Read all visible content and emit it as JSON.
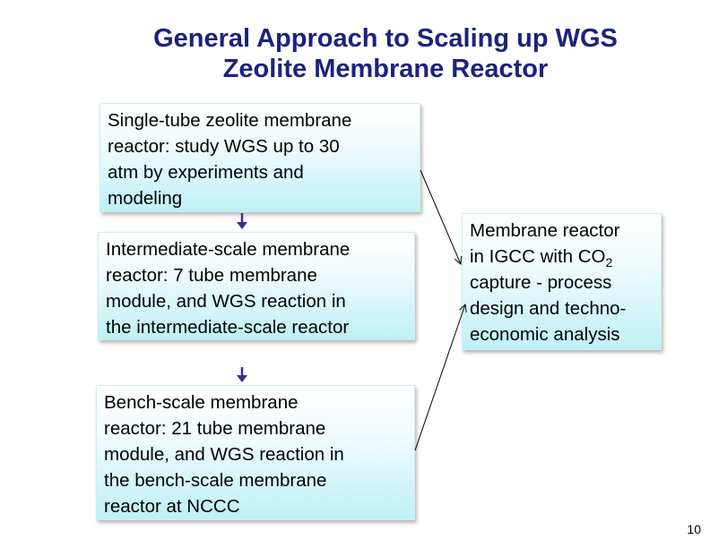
{
  "slide": {
    "title_line1": "General Approach to Scaling up WGS",
    "title_line2": "Zeolite Membrane Reactor",
    "number": "10"
  },
  "boxes": {
    "single_tube": {
      "lines": [
        "Single-tube zeolite membrane",
        "reactor: study WGS up to 30",
        "atm by experiments and",
        "modeling"
      ]
    },
    "intermediate": {
      "lines": [
        "Intermediate-scale membrane",
        "reactor:  7 tube membrane",
        "module, and WGS reaction in",
        "the intermediate-scale reactor"
      ]
    },
    "bench": {
      "lines": [
        "Bench-scale membrane",
        "reactor:  21 tube membrane",
        "module, and WGS reaction in",
        "the bench-scale membrane",
        "reactor at NCCC"
      ]
    },
    "igcc": {
      "line1": "Membrane reactor",
      "line2_prefix": "in IGCC with CO",
      "line2_sub": "2",
      "line3": "capture - process",
      "line4": "design and techno-",
      "line5": "economic analysis"
    }
  },
  "colors": {
    "title": "#1a237e",
    "down_arrow": "#3b2e8a",
    "box_fill_bottom": "#bff0f5",
    "connector": "#000000"
  }
}
